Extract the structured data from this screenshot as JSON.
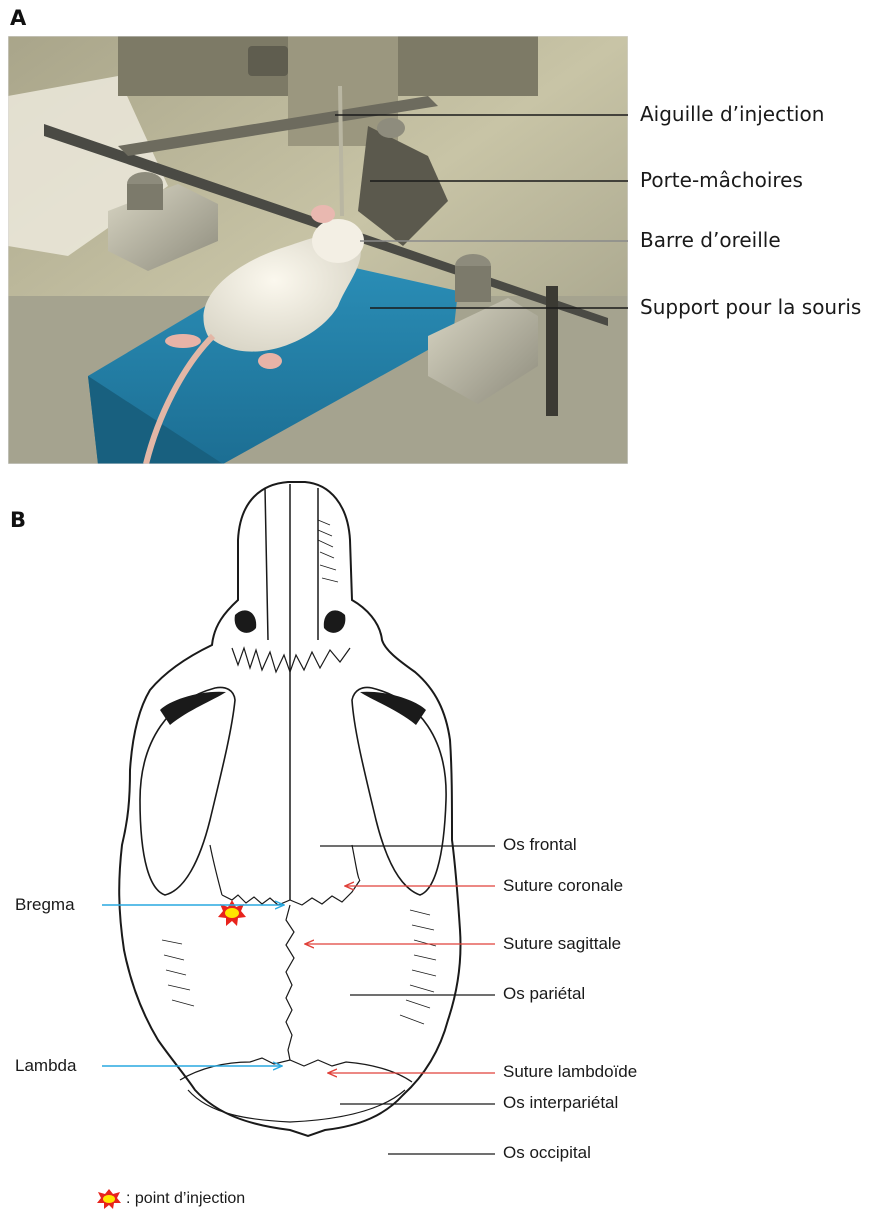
{
  "panel_a": {
    "letter": "A",
    "labels": {
      "needle": "Aiguille d’injection",
      "jaw_holder": "Porte-mâchoires",
      "ear_bar": "Barre d’oreille",
      "mouse_support": "Support pour la souris"
    }
  },
  "panel_b": {
    "letter": "B",
    "labels": {
      "bregma": "Bregma",
      "lambda": "Lambda",
      "frontal": "Os frontal",
      "coronal_suture": "Suture coronale",
      "sagittal_suture": "Suture sagittale",
      "parietal": "Os pariétal",
      "lambdoid_suture": "Suture lambdoïde",
      "interparietal": "Os interpariétal",
      "occipital": "Os occipital"
    },
    "arrow_colors": {
      "blue": "#29a9e0",
      "red": "#e0413a",
      "black": "#1a1a1a"
    }
  },
  "legend": {
    "text": ": point d’injection",
    "marker_colors": {
      "outer": "#e8231c",
      "inner": "#ffe600"
    }
  }
}
